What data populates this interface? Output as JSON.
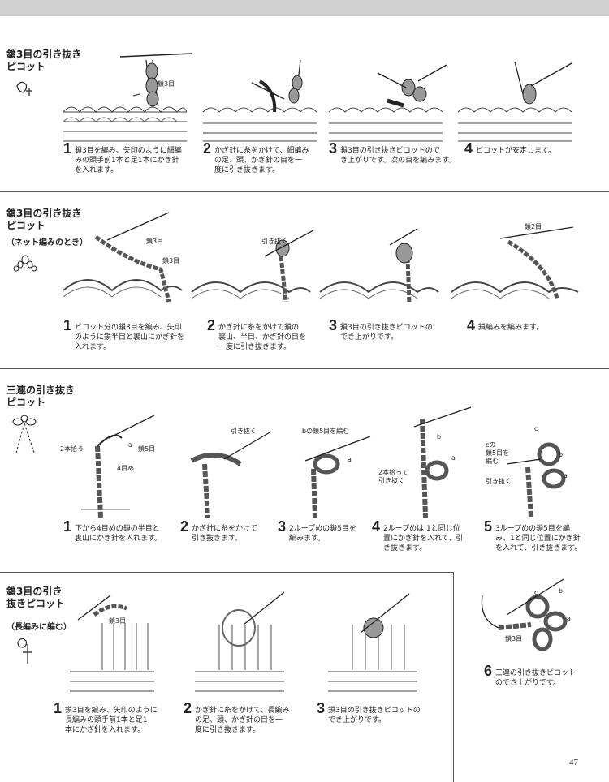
{
  "page_number": "47",
  "sections": [
    {
      "title": [
        "鎖3目の引き抜き",
        "ピコット"
      ],
      "subtitle": "",
      "steps": [
        {
          "num": "1",
          "text": "鎖3目を編み、矢印のように細編\nみの頭手前1本と足1本にかぎ針\nを入れます。"
        },
        {
          "num": "2",
          "text": "かぎ針に糸をかけて、細編み\nの足、頭、かぎ針の目を一\n度に引き抜きます。"
        },
        {
          "num": "3",
          "text": "鎖3目の引き抜きピコットので\nき上がりです。次の目を編みます。"
        },
        {
          "num": "4",
          "text": "ピコットが安定します。"
        }
      ],
      "labels": {
        "l1": "鎖3目"
      }
    },
    {
      "title": [
        "鎖3目の引き抜き",
        "ピコット"
      ],
      "subtitle": "（ネット編みのとき）",
      "steps": [
        {
          "num": "1",
          "text": "ピコット分の鎖3目を編み、矢印\nのように鎖半目と裏山にかぎ針を\n入れます。"
        },
        {
          "num": "2",
          "text": "かぎ針に糸をかけて鎖の\n裏山、半目、かぎ針の目を\n一度に引き抜きます。"
        },
        {
          "num": "3",
          "text": "鎖3目の引き抜きピコットの\nでき上がりです。"
        },
        {
          "num": "4",
          "text": "鎖編みを編みます。"
        }
      ],
      "labels": {
        "l1": "鎖3目",
        "l2": "鎖3目",
        "l3": "引き抜く",
        "l4": "鎖2目"
      }
    },
    {
      "title": [
        "三連の引き抜き",
        "ピコット"
      ],
      "subtitle": "",
      "steps": [
        {
          "num": "1",
          "text": "下から4目めの鎖の半目と\n裏山にかぎ針を入れます。"
        },
        {
          "num": "2",
          "text": "かぎ針に糸をかけて\n引き抜きます。"
        },
        {
          "num": "3",
          "text": "2ループめの鎖5目を\n編みます。"
        },
        {
          "num": "4",
          "text": "2ループめは 1と同じ位\n置にかぎ針を入れて、引\nき抜きます。"
        },
        {
          "num": "5",
          "text": "3ループめの鎖5目を編\nみ、1と同じ位置にかぎ針\nを入れて、引き抜きます。"
        },
        {
          "num": "6",
          "text": "三連の引き抜きピコット\nのでき上がりです。"
        }
      ],
      "labels": {
        "a": "a",
        "b": "b",
        "c": "c",
        "s5": "鎖5目",
        "two": "2本拾う",
        "four": "4目め",
        "pull": "引き抜く",
        "b5": "bの鎖5目を編む",
        "two2": "2本拾って\n引き抜く",
        "c5": "cの\n鎖5目を\n編む",
        "pull2": "引き抜く",
        "s3": "鎖3目"
      }
    },
    {
      "title": [
        "鎖3目の引き",
        "抜きピコット"
      ],
      "subtitle": "（長編みに編む）",
      "steps": [
        {
          "num": "1",
          "text": "鎖3目を編み、矢印のように\n長編みの頭手前1本と足1\n本にかぎ針を入れます。"
        },
        {
          "num": "2",
          "text": "かぎ針に糸をかけて、長編み\nの足、頭、かぎ針の目を一\n度に引き抜きます。"
        },
        {
          "num": "3",
          "text": "鎖3目の引き抜きピコットの\nでき上がりです。"
        }
      ],
      "labels": {
        "l1": "鎖3目"
      }
    }
  ]
}
